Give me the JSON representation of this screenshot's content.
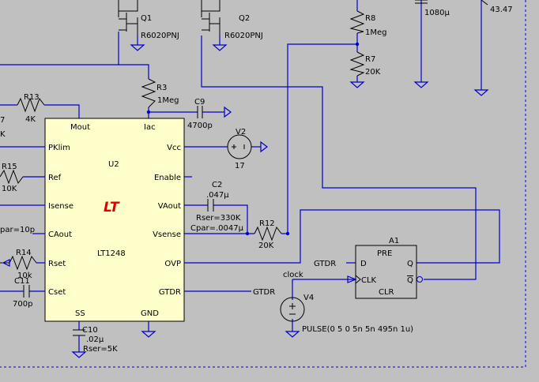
{
  "ic": {
    "name": "U2",
    "part": "LT1248",
    "logo": "LT",
    "pins_left": [
      "PKlim",
      "Ref",
      "Isense",
      "CAout",
      "Rset",
      "Cset"
    ],
    "pins_right": [
      "Vcc",
      "Enable",
      "VAout",
      "Vsense",
      "OVP",
      "GTDR"
    ],
    "pins_top": [
      "Mout",
      "Iac"
    ],
    "pins_bottom": [
      "SS",
      "GND"
    ]
  },
  "components": {
    "q1": {
      "name": "Q1",
      "value": "R6020PNJ"
    },
    "q2": {
      "name": "Q2",
      "value": "R6020PNJ"
    },
    "r3": {
      "name": "R3",
      "value": "1Meg"
    },
    "r8": {
      "name": "R8",
      "value": "1Meg"
    },
    "r7": {
      "name": "R7",
      "value": "20K"
    },
    "r12": {
      "name": "R12",
      "value": "20K"
    },
    "r13": {
      "name": "R13",
      "value": "4K"
    },
    "r15": {
      "name": "R15",
      "value": "10K"
    },
    "r14": {
      "name": "R14",
      "value": "10k"
    },
    "c9": {
      "name": "C9",
      "value": "4700p"
    },
    "c2": {
      "name": "C2",
      "value": ".047µ",
      "rser": "Rser=330K",
      "cpar": "Cpar=.0047µ"
    },
    "c11": {
      "name": "C11",
      "value": "700p"
    },
    "c10": {
      "name": "C10",
      "value": ".02µ",
      "rser": "Rser=5K"
    },
    "v2": {
      "name": "V2",
      "value": "17"
    },
    "v4": {
      "name": "V4",
      "value": "PULSE(0 5 0 5n 5n 495n 1u)"
    },
    "top_cap": {
      "value": "1080µ"
    },
    "top_src": {
      "value": "43.47"
    },
    "a1": {
      "name": "A1",
      "pre": "PRE",
      "clr": "CLR",
      "d": "D",
      "clk": "CLK",
      "q": "Q",
      "qbar": "Q"
    }
  },
  "fragments": {
    "left_7": "7",
    "left_k": "K",
    "left_cpar": "par=10p"
  },
  "nets": {
    "gtdr_out": "GTDR",
    "gtdr_in": "GTDR",
    "clock": "clock"
  }
}
